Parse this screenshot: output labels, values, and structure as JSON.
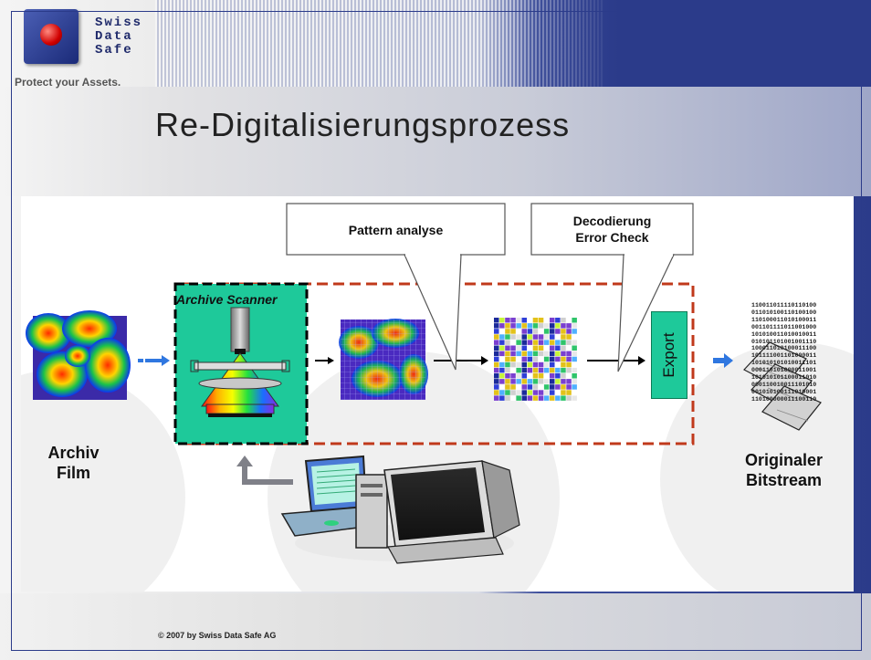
{
  "header": {
    "logo_lines": [
      "Swiss",
      "Data",
      "Safe"
    ],
    "tagline": "Protect your Assets."
  },
  "slide": {
    "title": "Re-Digitalisierungsprozess"
  },
  "diagram": {
    "scanner_label": "Archive Scanner",
    "callout_pattern": "Pattern analyse",
    "callout_decode_1": "Decodierung",
    "callout_decode_2": "Error Check",
    "export_label": "Export",
    "source_line1": "Archiv",
    "source_line2": "Film",
    "target_line1": "Originaler",
    "target_line2": "Bitstream",
    "binary_lines": [
      "110011011110110100",
      "011010100110100100",
      "110100011010100011",
      "001101111011001000",
      "101010011010010011",
      "010101101001001110",
      "100011010100011100",
      "101111001101000011",
      "101010101010011101",
      "000110101000011001",
      "101010101100011010",
      "000110010011101010",
      "001010100111010001",
      "110100000011100110"
    ],
    "colors": {
      "scanner_bg": "#1ec99a",
      "process_border": "#c0391b",
      "arrow_blue": "#2f77e0",
      "export_bg": "#1ec99a"
    }
  },
  "footer": {
    "copyright": "© 2007 by Swiss Data Safe AG"
  }
}
